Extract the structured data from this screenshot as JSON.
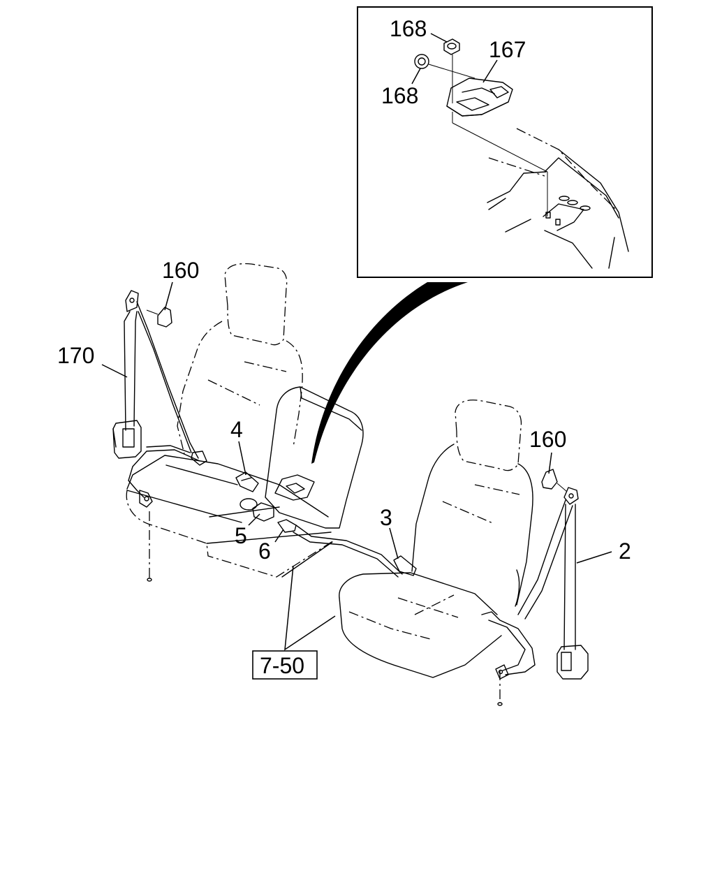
{
  "callouts": {
    "c168_top": "168",
    "c167": "167",
    "c168_bottom": "168",
    "c160_left": "160",
    "c170": "170",
    "c4": "4",
    "c5": "5",
    "c6": "6",
    "c3": "3",
    "c160_right": "160",
    "c2": "2",
    "ref_box": "7-50"
  }
}
